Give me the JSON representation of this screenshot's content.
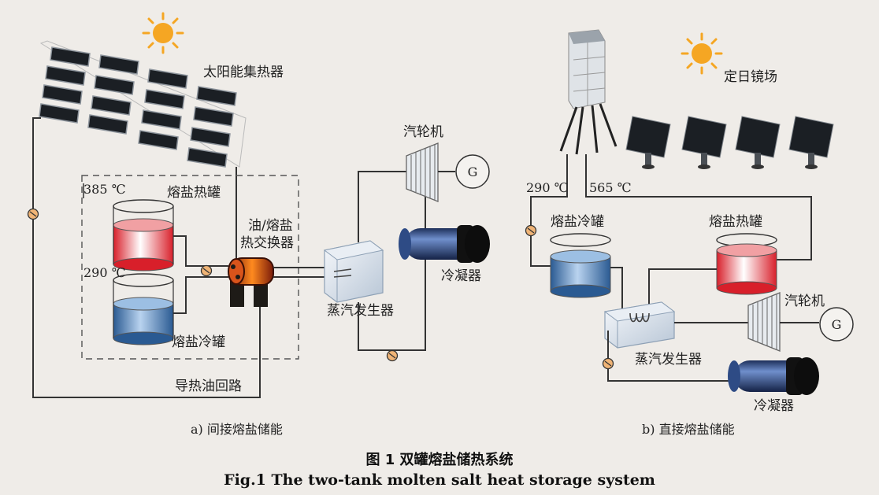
{
  "part_a": {
    "collector_label": "太阳能集热器",
    "temp_high": "385 ℃",
    "temp_low": "290 ℃",
    "hot_tank_label": "熔盐热罐",
    "cold_tank_label": "熔盐冷罐",
    "hx_label_line1": "油/熔盐",
    "hx_label_line2": "热交换器",
    "turbine_label": "汽轮机",
    "generator_symbol": "G",
    "steam_gen_label": "蒸汽发生器",
    "condenser_label": "冷凝器",
    "oil_loop_label": "导热油回路",
    "caption": "a) 间接熔盐储能"
  },
  "part_b": {
    "heliostat_label": "定日镜场",
    "temp_low": "290 ℃",
    "temp_high": "565 ℃",
    "cold_tank_label": "熔盐冷罐",
    "hot_tank_label": "熔盐热罐",
    "turbine_label": "汽轮机",
    "generator_symbol": "G",
    "steam_gen_label": "蒸汽发生器",
    "condenser_label": "冷凝器",
    "caption": "b) 直接熔盐储能"
  },
  "figure": {
    "caption_cn": "图 1  双罐熔盐储热系统",
    "caption_en": "Fig.1 The two-tank molten salt heat storage system"
  },
  "colors": {
    "background": "#efece8",
    "hot_tank": "#e5333a",
    "cold_tank": "#3a6fa8",
    "sun": "#f5a623",
    "pipe": "#333333"
  }
}
